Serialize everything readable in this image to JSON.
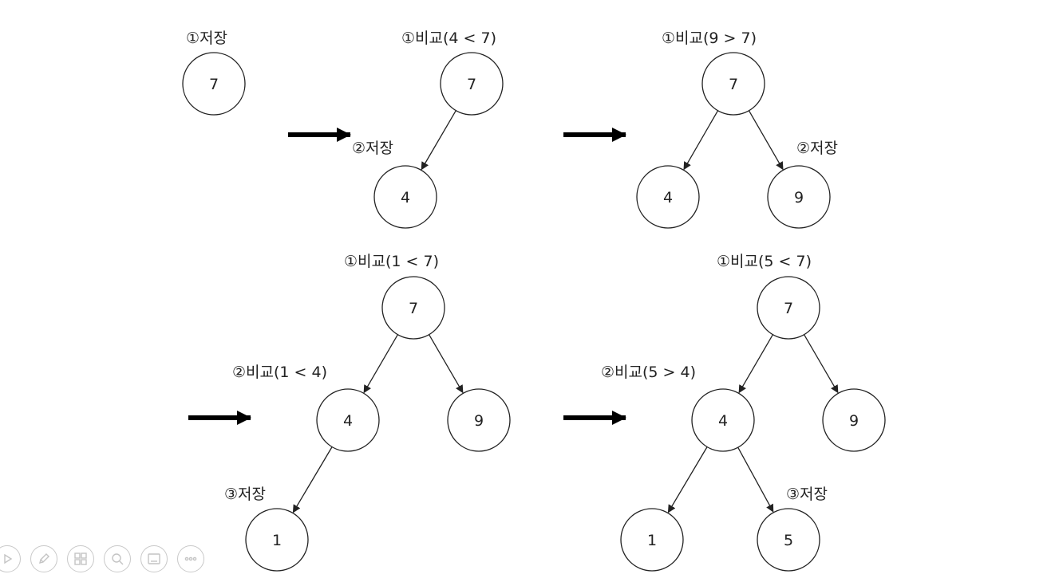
{
  "colors": {
    "stroke": "#222222",
    "arrow": "#000000",
    "toolbar_icon": "#c4c4c4"
  },
  "diagram": {
    "steps": [
      {
        "nodes": [
          {
            "id": "s1n7",
            "value": "7"
          }
        ],
        "edges": [],
        "labels": [
          {
            "id": "s1l1",
            "text": "①저장"
          }
        ]
      },
      {
        "nodes": [
          {
            "id": "s2n7",
            "value": "7"
          },
          {
            "id": "s2n4",
            "value": "4"
          }
        ],
        "edges": [
          {
            "from": "s2n7",
            "to": "s2n4"
          }
        ],
        "labels": [
          {
            "id": "s2l1",
            "text": "①비교(4 < 7)"
          },
          {
            "id": "s2l2",
            "text": "②저장"
          }
        ]
      },
      {
        "nodes": [
          {
            "id": "s3n7",
            "value": "7"
          },
          {
            "id": "s3n4",
            "value": "4"
          },
          {
            "id": "s3n9",
            "value": "9"
          }
        ],
        "edges": [
          {
            "from": "s3n7",
            "to": "s3n4"
          },
          {
            "from": "s3n7",
            "to": "s3n9"
          }
        ],
        "labels": [
          {
            "id": "s3l1",
            "text": "①비교(9 > 7)"
          },
          {
            "id": "s3l2",
            "text": "②저장"
          }
        ]
      },
      {
        "nodes": [
          {
            "id": "s4n7",
            "value": "7"
          },
          {
            "id": "s4n4",
            "value": "4"
          },
          {
            "id": "s4n9",
            "value": "9"
          },
          {
            "id": "s4n1",
            "value": "1"
          }
        ],
        "edges": [
          {
            "from": "s4n7",
            "to": "s4n4"
          },
          {
            "from": "s4n7",
            "to": "s4n9"
          },
          {
            "from": "s4n4",
            "to": "s4n1"
          }
        ],
        "labels": [
          {
            "id": "s4l1",
            "text": "①비교(1 < 7)"
          },
          {
            "id": "s4l2",
            "text": "②비교(1 < 4)"
          },
          {
            "id": "s4l3",
            "text": "③저장"
          }
        ]
      },
      {
        "nodes": [
          {
            "id": "s5n7",
            "value": "7"
          },
          {
            "id": "s5n4",
            "value": "4"
          },
          {
            "id": "s5n9",
            "value": "9"
          },
          {
            "id": "s5n1",
            "value": "1"
          },
          {
            "id": "s5n5",
            "value": "5"
          }
        ],
        "edges": [
          {
            "from": "s5n7",
            "to": "s5n4"
          },
          {
            "from": "s5n7",
            "to": "s5n9"
          },
          {
            "from": "s5n4",
            "to": "s5n1"
          },
          {
            "from": "s5n4",
            "to": "s5n5"
          }
        ],
        "labels": [
          {
            "id": "s5l1",
            "text": "①비교(5 < 7)"
          },
          {
            "id": "s5l2",
            "text": "②비교(5 > 4)"
          },
          {
            "id": "s5l3",
            "text": "③저장"
          }
        ]
      }
    ],
    "transitions": [
      {
        "id": "t1"
      },
      {
        "id": "t2"
      },
      {
        "id": "t3"
      },
      {
        "id": "t4"
      }
    ]
  },
  "toolbar": {
    "buttons": [
      {
        "id": "play",
        "icon": "play-icon"
      },
      {
        "id": "pen",
        "icon": "pen-icon"
      },
      {
        "id": "slides",
        "icon": "slides-grid-icon"
      },
      {
        "id": "zoom",
        "icon": "magnifier-icon"
      },
      {
        "id": "subtitles",
        "icon": "subtitles-icon"
      },
      {
        "id": "more",
        "icon": "more-icon"
      }
    ]
  }
}
